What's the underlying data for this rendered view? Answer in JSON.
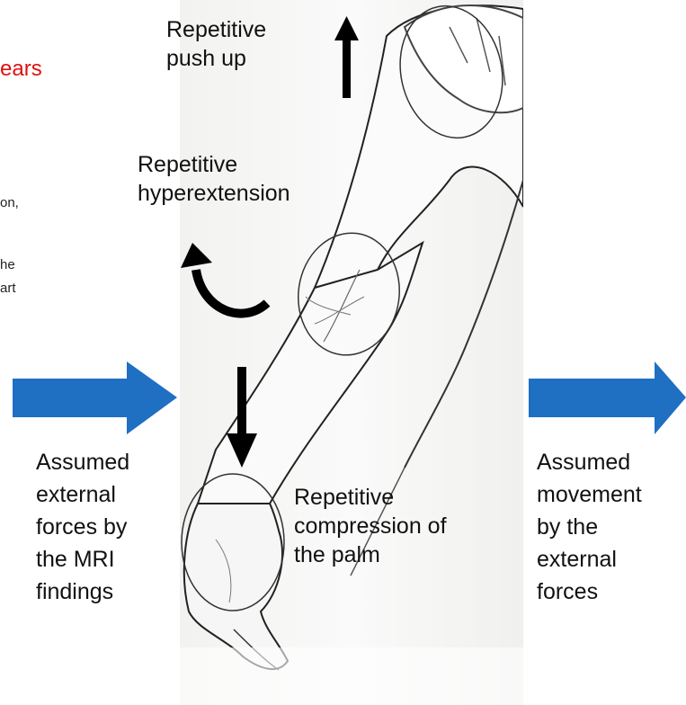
{
  "left_cut": {
    "title_fragment": "ears",
    "text_fragment_1": "on,",
    "text_fragment_2": "he",
    "text_fragment_3": "art"
  },
  "labels": {
    "push_up": [
      "Repetitive",
      "push up"
    ],
    "hyperextension": [
      "Repetitive",
      "hyperextension"
    ],
    "compression": [
      "Repetitive",
      "compression of",
      "the palm"
    ],
    "external_forces": [
      "Assumed",
      "external",
      "forces by",
      "the MRI",
      "findings"
    ],
    "movement": [
      "Assumed",
      "movement",
      "by the",
      "external",
      "forces"
    ]
  },
  "colors": {
    "red_title": "#e01010",
    "blue_arrow": "#1f6fc2",
    "black_arrow": "#000000"
  },
  "icons": {
    "flow_arrow": "right-block-arrow",
    "force_arrow": "black-arrow",
    "region_marker": "ellipse-outline"
  }
}
